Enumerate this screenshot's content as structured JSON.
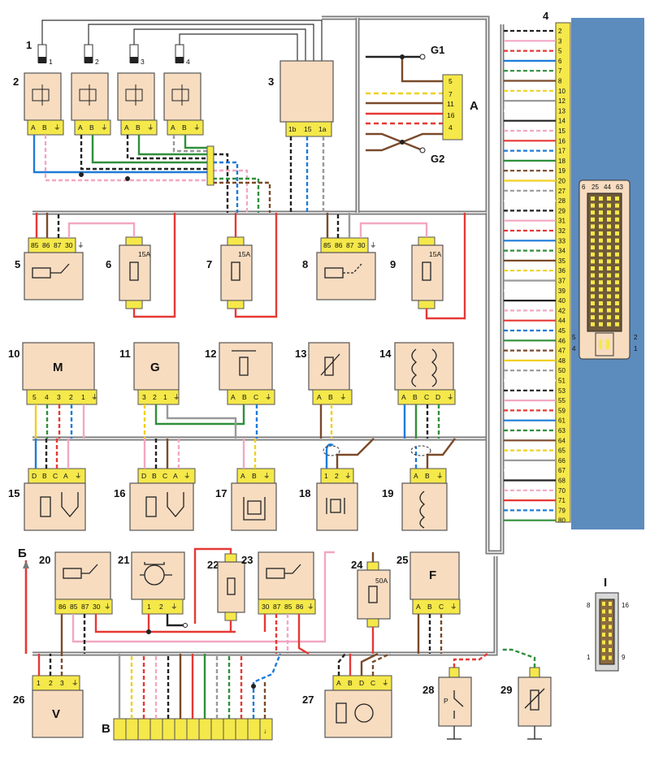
{
  "colors": {
    "harness": "#7a7a7a",
    "component": "#f7dcc0",
    "pins": "#f5e84a",
    "ecu": "#5c8bbd",
    "wire_red": "#e53935",
    "wire_blue": "#1e7bd8",
    "wire_green": "#2f8f3a",
    "wire_brown": "#7b4a2a",
    "wire_black": "#222222",
    "wire_pink": "#f2a7c3",
    "wire_yellow": "#f0d020",
    "wire_gray": "#999999"
  },
  "numbers": {
    "n1": "1",
    "n2": "2",
    "n3": "3",
    "n4": "4",
    "n5": "5",
    "n6": "6",
    "n7": "7",
    "n8": "8",
    "n9": "9",
    "n10": "10",
    "n11": "11",
    "n12": "12",
    "n13": "13",
    "n14": "14",
    "n15": "15",
    "n16": "16",
    "n17": "17",
    "n18": "18",
    "n19": "19",
    "n20": "20",
    "n21": "21",
    "n22": "22",
    "n23": "23",
    "n24": "24",
    "n25": "25",
    "n26": "26",
    "n27": "27",
    "n28": "28",
    "n29": "29"
  },
  "letters": {
    "A": "A",
    "G1": "G1",
    "G2": "G2",
    "M": "M",
    "G": "G",
    "F": "F",
    "V": "V",
    "B": "B",
    "Bb": "Б",
    "I": "I",
    "P": "P"
  },
  "coil_pins": [
    "A",
    "B",
    "⏚"
  ],
  "module3_pins": [
    "1b",
    "15",
    "1a"
  ],
  "plug1_labels": [
    "1",
    "2",
    "3",
    "4"
  ],
  "conn_A_pins": [
    "5",
    "7",
    "11",
    "16",
    "4"
  ],
  "relay_pins": [
    "85",
    "86",
    "87",
    "30",
    "⏚"
  ],
  "relay23_pins": [
    "30",
    "87",
    "85",
    "86",
    "⏚"
  ],
  "fuse_ratings": {
    "f6": "15A",
    "f7": "15A",
    "f9": "15A",
    "f24": "50A"
  },
  "motor_pins": [
    "5",
    "4",
    "3",
    "2",
    "1",
    "⏚"
  ],
  "gen_pins": [
    "3",
    "2",
    "1",
    "⏚"
  ],
  "abc_pins": [
    "A",
    "B",
    "C",
    "⏚"
  ],
  "ab_pins": [
    "A",
    "B",
    "⏚"
  ],
  "abcd_pins": [
    "A",
    "B",
    "C",
    "D",
    "⏚"
  ],
  "dbca_pins": [
    "D",
    "B",
    "C",
    "A",
    "⏚"
  ],
  "n12_pins": [
    "1",
    "2",
    "⏚"
  ],
  "n26_pins": [
    "1",
    "2",
    "3",
    "⏚"
  ],
  "n27_pins": [
    "A",
    "B",
    "D",
    "C",
    "⏚"
  ],
  "ecu_pins": [
    "2",
    "3",
    "5",
    "6",
    "7",
    "8",
    "10",
    "12",
    "13",
    "14",
    "15",
    "16",
    "17",
    "18",
    "19",
    "20",
    "27",
    "28",
    "29",
    "31",
    "32",
    "33",
    "34",
    "35",
    "36",
    "37",
    "39",
    "40",
    "42",
    "44",
    "45",
    "46",
    "47",
    "48",
    "50",
    "51",
    "53",
    "55",
    "59",
    "61",
    "63",
    "64",
    "65",
    "66",
    "67",
    "68",
    "70",
    "71",
    "79",
    "80"
  ],
  "ecu_connector_top": [
    "6",
    "25",
    "44",
    "63"
  ],
  "ecu_connector_side": [
    "5",
    "2",
    "4",
    "1"
  ],
  "conn_I": [
    "8",
    "16",
    "1",
    "9"
  ],
  "ground_symbol": "⏚",
  "conn_B_symbol": "↓",
  "bolt_symbol": "⏚"
}
